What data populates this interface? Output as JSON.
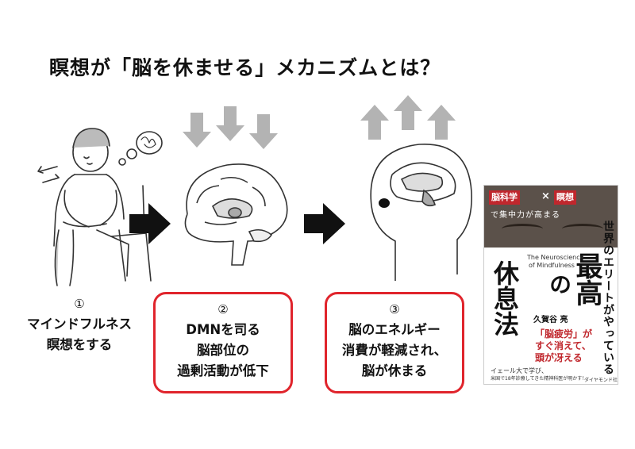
{
  "title": "瞑想が「脳を休ませる」メカニズムとは？",
  "steps": [
    {
      "num": "①",
      "lines": [
        "マインドフルネス",
        "瞑想をする"
      ]
    },
    {
      "num": "②",
      "lines": [
        "DMNを司る",
        "脳部位の",
        "過剰活動が低下"
      ]
    },
    {
      "num": "③",
      "lines": [
        "脳のエネルギー",
        "消費が軽減され、",
        "脳が休まる"
      ]
    }
  ],
  "colors": {
    "accent_red": "#e0242c",
    "arrow_gray": "#b3b3b3",
    "arrow_black": "#111111"
  },
  "book": {
    "tag_left": "脳科学",
    "tag_x": "×",
    "tag_right": "瞑想",
    "band_sub": "で集中力が高まる",
    "title_right": "世界のエリートがやっている",
    "title_big1": "最高",
    "title_big2": "の",
    "title_big3": "休息法",
    "eng_title_1": "The Neuroscience",
    "eng_title_2": "of Mindfulness",
    "author": "久賀谷 亮",
    "catch_1": "「脳疲労」が",
    "catch_2": "すぐ消えて、",
    "catch_3": "頭が冴える",
    "note_1": "イェール大で学び、",
    "note_2": "米国で18年診療してきた精神科医が明かす！",
    "publisher": "ダイヤモンド社"
  }
}
